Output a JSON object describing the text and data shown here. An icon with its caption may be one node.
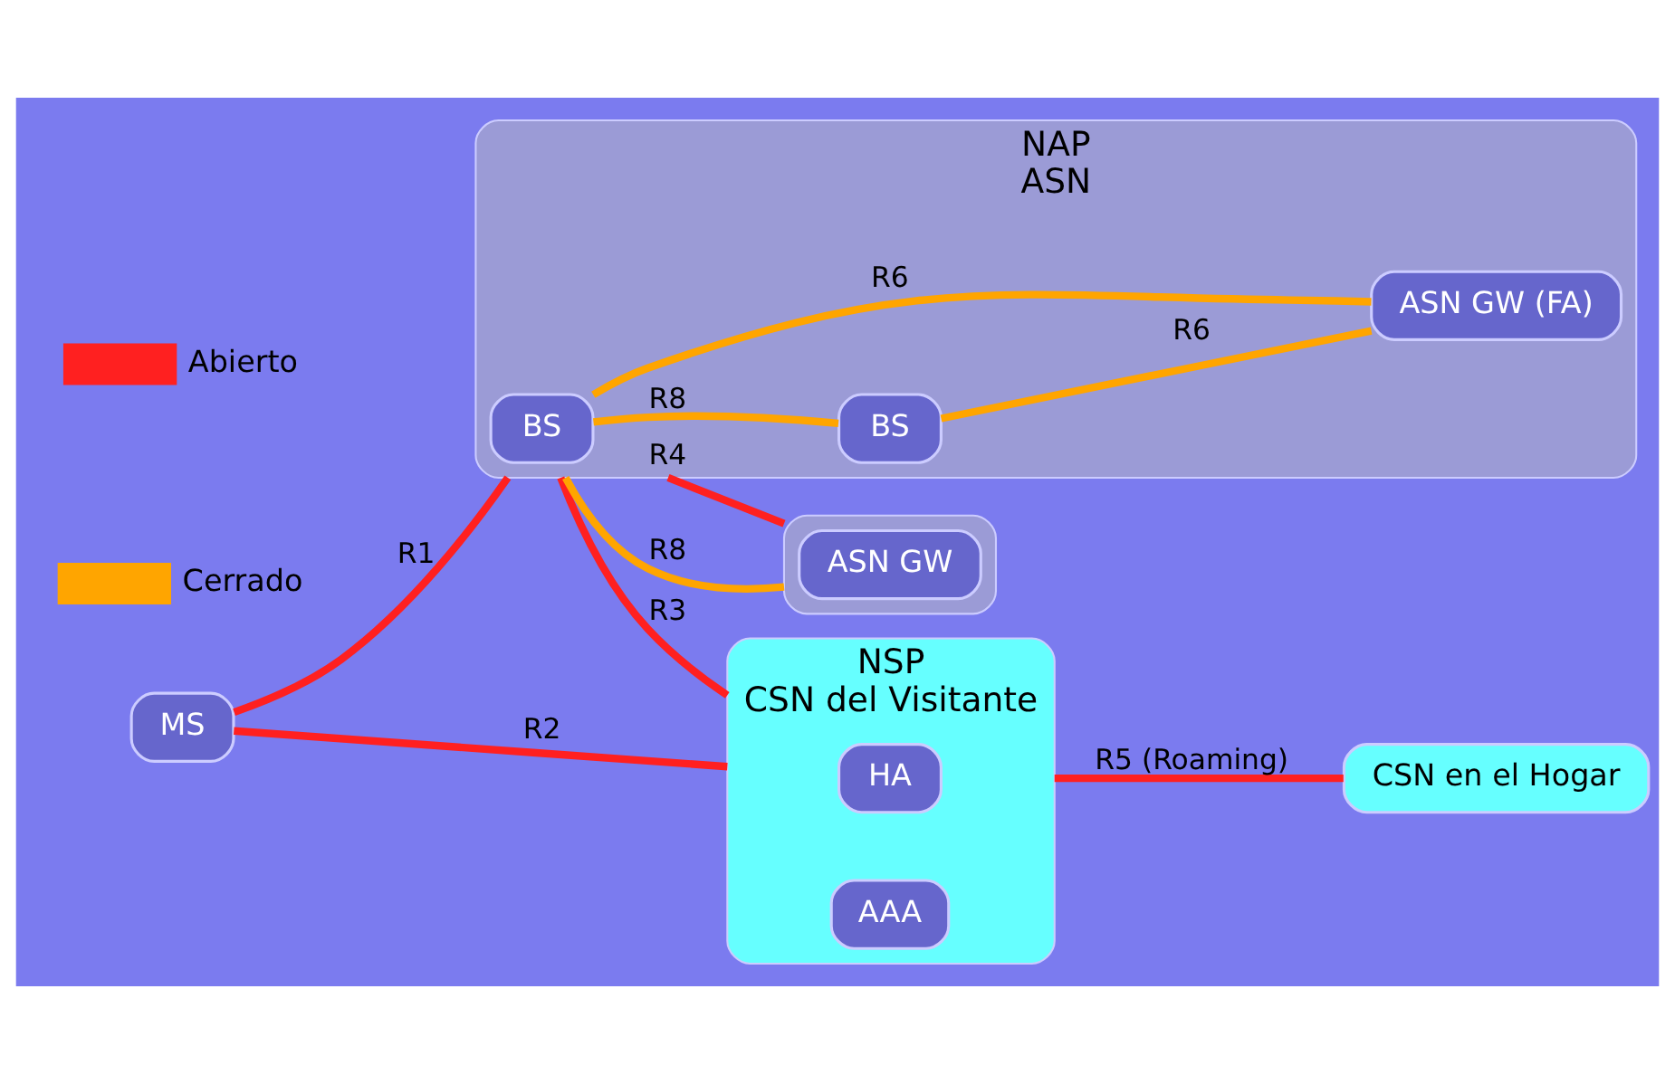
{
  "diagram": {
    "nodes": [
      {
        "text": [
          "NAP",
          "ASN"
        ]
      },
      {
        "text": [
          "BS"
        ],
        "in": 0
      },
      {
        "text": [
          "BS"
        ],
        "in": 0
      },
      {
        "text": [
          "ASN GW (FA)"
        ],
        "in": 0
      },
      {
        "text": [
          "MS"
        ]
      },
      {
        "text": [
          "NSP",
          "CSN del Visitante"
        ]
      },
      {
        "text": [
          "HA"
        ],
        "in": 5
      },
      {
        "text": [
          "AAA"
        ],
        "in": 5
      },
      {
        "text": [
          "CSN en el Hogar"
        ]
      },
      {
        "text": [],
        "shape": "box"
      },
      {
        "text": [
          "ASN GW"
        ],
        "in": 9
      }
    ],
    "edges": [
      {
        "from": 4,
        "to": 5,
        "arrow": "none",
        "label": "R2"
      },
      {
        "from": 1,
        "to": 3,
        "arrow": "none",
        "label": "R6",
        "color": "#ffa500"
      },
      {
        "from": 1,
        "to": 2,
        "arrow": "none",
        "label": "R8",
        "color": "#ffa500"
      },
      {
        "from": 4,
        "to": 0,
        "arrow": "none",
        "label": "R1"
      },
      {
        "from": 0,
        "to": 5,
        "arrow": "none",
        "label": "R3"
      },
      {
        "from": 2,
        "to": 3,
        "arrow": "none",
        "label": "R6",
        "color": "#ffa500"
      },
      {
        "from": 0,
        "to": 9,
        "arrow": "none",
        "label": "R8",
        "color": "#ffa500"
      },
      {
        "from": 0,
        "to": 9,
        "arrow": "none",
        "label": "R4"
      },
      {
        "from": 5,
        "to": 8,
        "arrow": "none",
        "label": "R5 (Roaming)"
      }
    ],
    "legend": [
      {
        "text": "Abierto"
      },
      {
        "text": "Cerrado"
      }
    ]
  }
}
